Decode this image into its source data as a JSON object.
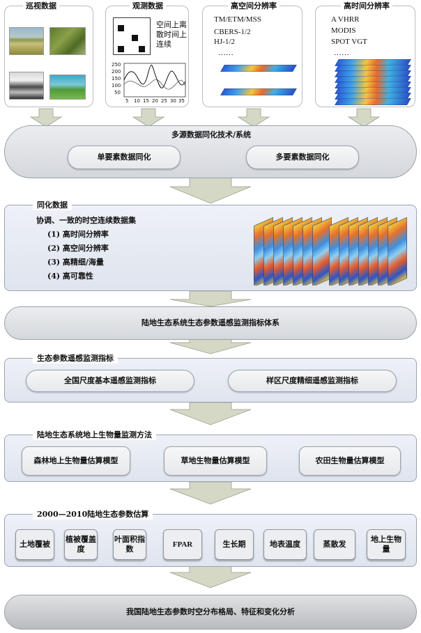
{
  "sources": {
    "patrol": {
      "title": "巡视数据"
    },
    "observation": {
      "title": "观测数据",
      "note": "空间上离散时间上连续",
      "y_ticks": [
        "250",
        "200",
        "150",
        "100",
        "50"
      ],
      "x_ticks": [
        "5",
        "10",
        "15",
        "20",
        "25",
        "30",
        "35"
      ]
    },
    "high_spatial": {
      "title": "高空间分辨率",
      "items": [
        "TM/ETM/MSS",
        "CBERS-1/2",
        "HJ-1/2",
        "……"
      ]
    },
    "high_temporal": {
      "title": "高时间分辨率",
      "items": [
        "A VHRR",
        "MODIS",
        "SPOT VGT",
        "……"
      ]
    }
  },
  "assimilation_system": {
    "title": "多源数据同化技术/系统",
    "left": "单要素数据同化",
    "right": "多要素数据同化"
  },
  "assimilated_data": {
    "title": "同化数据",
    "lead": "协调、一致的时空连续数据集",
    "items": [
      "(1) 高时间分辨率",
      "(2) 高空间分辨率",
      "(3) 高精细/海量",
      "(4) 高可靠性"
    ]
  },
  "indicator_system": {
    "label": "陆地生态系统生态参数遥感监测指标体系"
  },
  "indicators": {
    "title": "生态参数遥感监测指标",
    "left": "全国尺度基本遥感监测指标",
    "right": "样区尺度精细遥感监测指标"
  },
  "biomass": {
    "title": "陆地生态系统地上生物量监测方法",
    "models": [
      "森林地上生物量估算模型",
      "草地生物量估算模型",
      "农田生物量估算模型"
    ]
  },
  "estimation": {
    "title": "2000—2010陆地生态参数估算",
    "params": [
      "土地覆被",
      "植被覆盖度",
      "叶面积指数",
      "FPAR",
      "生长期",
      "地表温度",
      "蒸散发",
      "地上生物量"
    ]
  },
  "final": {
    "label": "我国陆地生态参数时空分布格局、特征和变化分析"
  },
  "colors": {
    "arrow": "#d6dac8",
    "panel": "#e4e8f0",
    "pill": "#dcdfe3"
  },
  "icons": [
    "down-arrow-icon",
    "landscape-photo-icon",
    "satellite-layer-icon",
    "time-series-chart-icon"
  ]
}
